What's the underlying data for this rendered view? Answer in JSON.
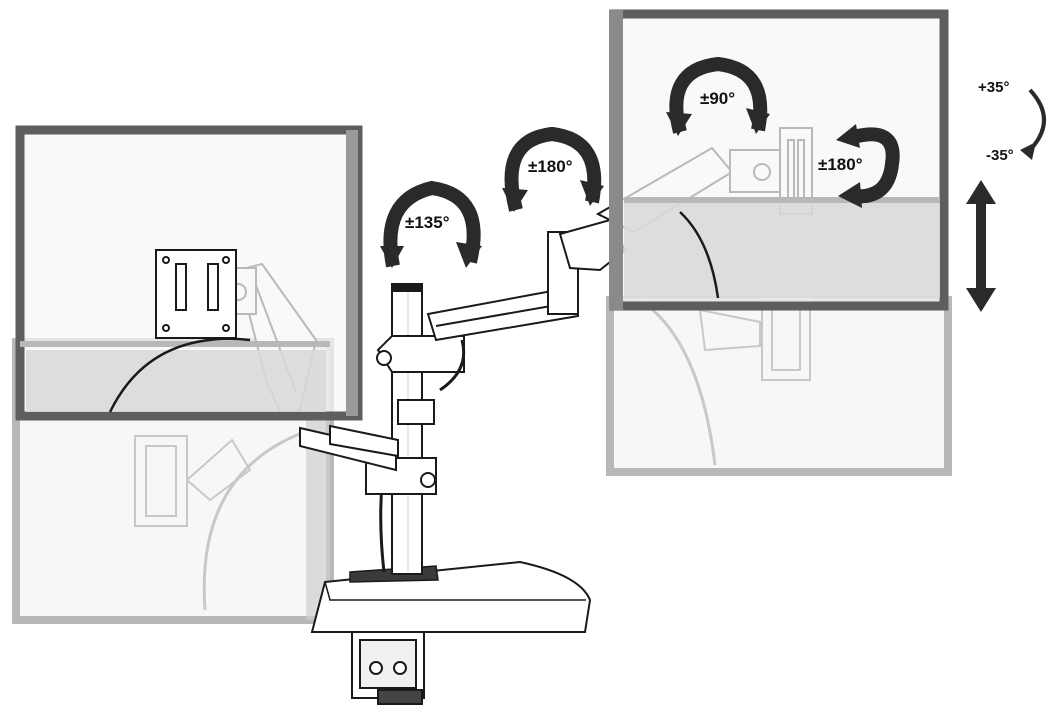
{
  "labels": {
    "pole_swivel": "±135°",
    "arm_swivel": "±180°",
    "head_swivel": "±90°",
    "rotation": "±180°",
    "tilt_up": "+35°",
    "tilt_down": "-35°"
  },
  "colors": {
    "line": "#1a1a1a",
    "frame_dark": "#6b6b6b",
    "frame_light": "#bdbdbd",
    "screen": "#f4f4f4",
    "screen_band": "#dcdcdc",
    "ghost": "#c8c8c8",
    "arrow_dark": "#2a2a2a"
  }
}
